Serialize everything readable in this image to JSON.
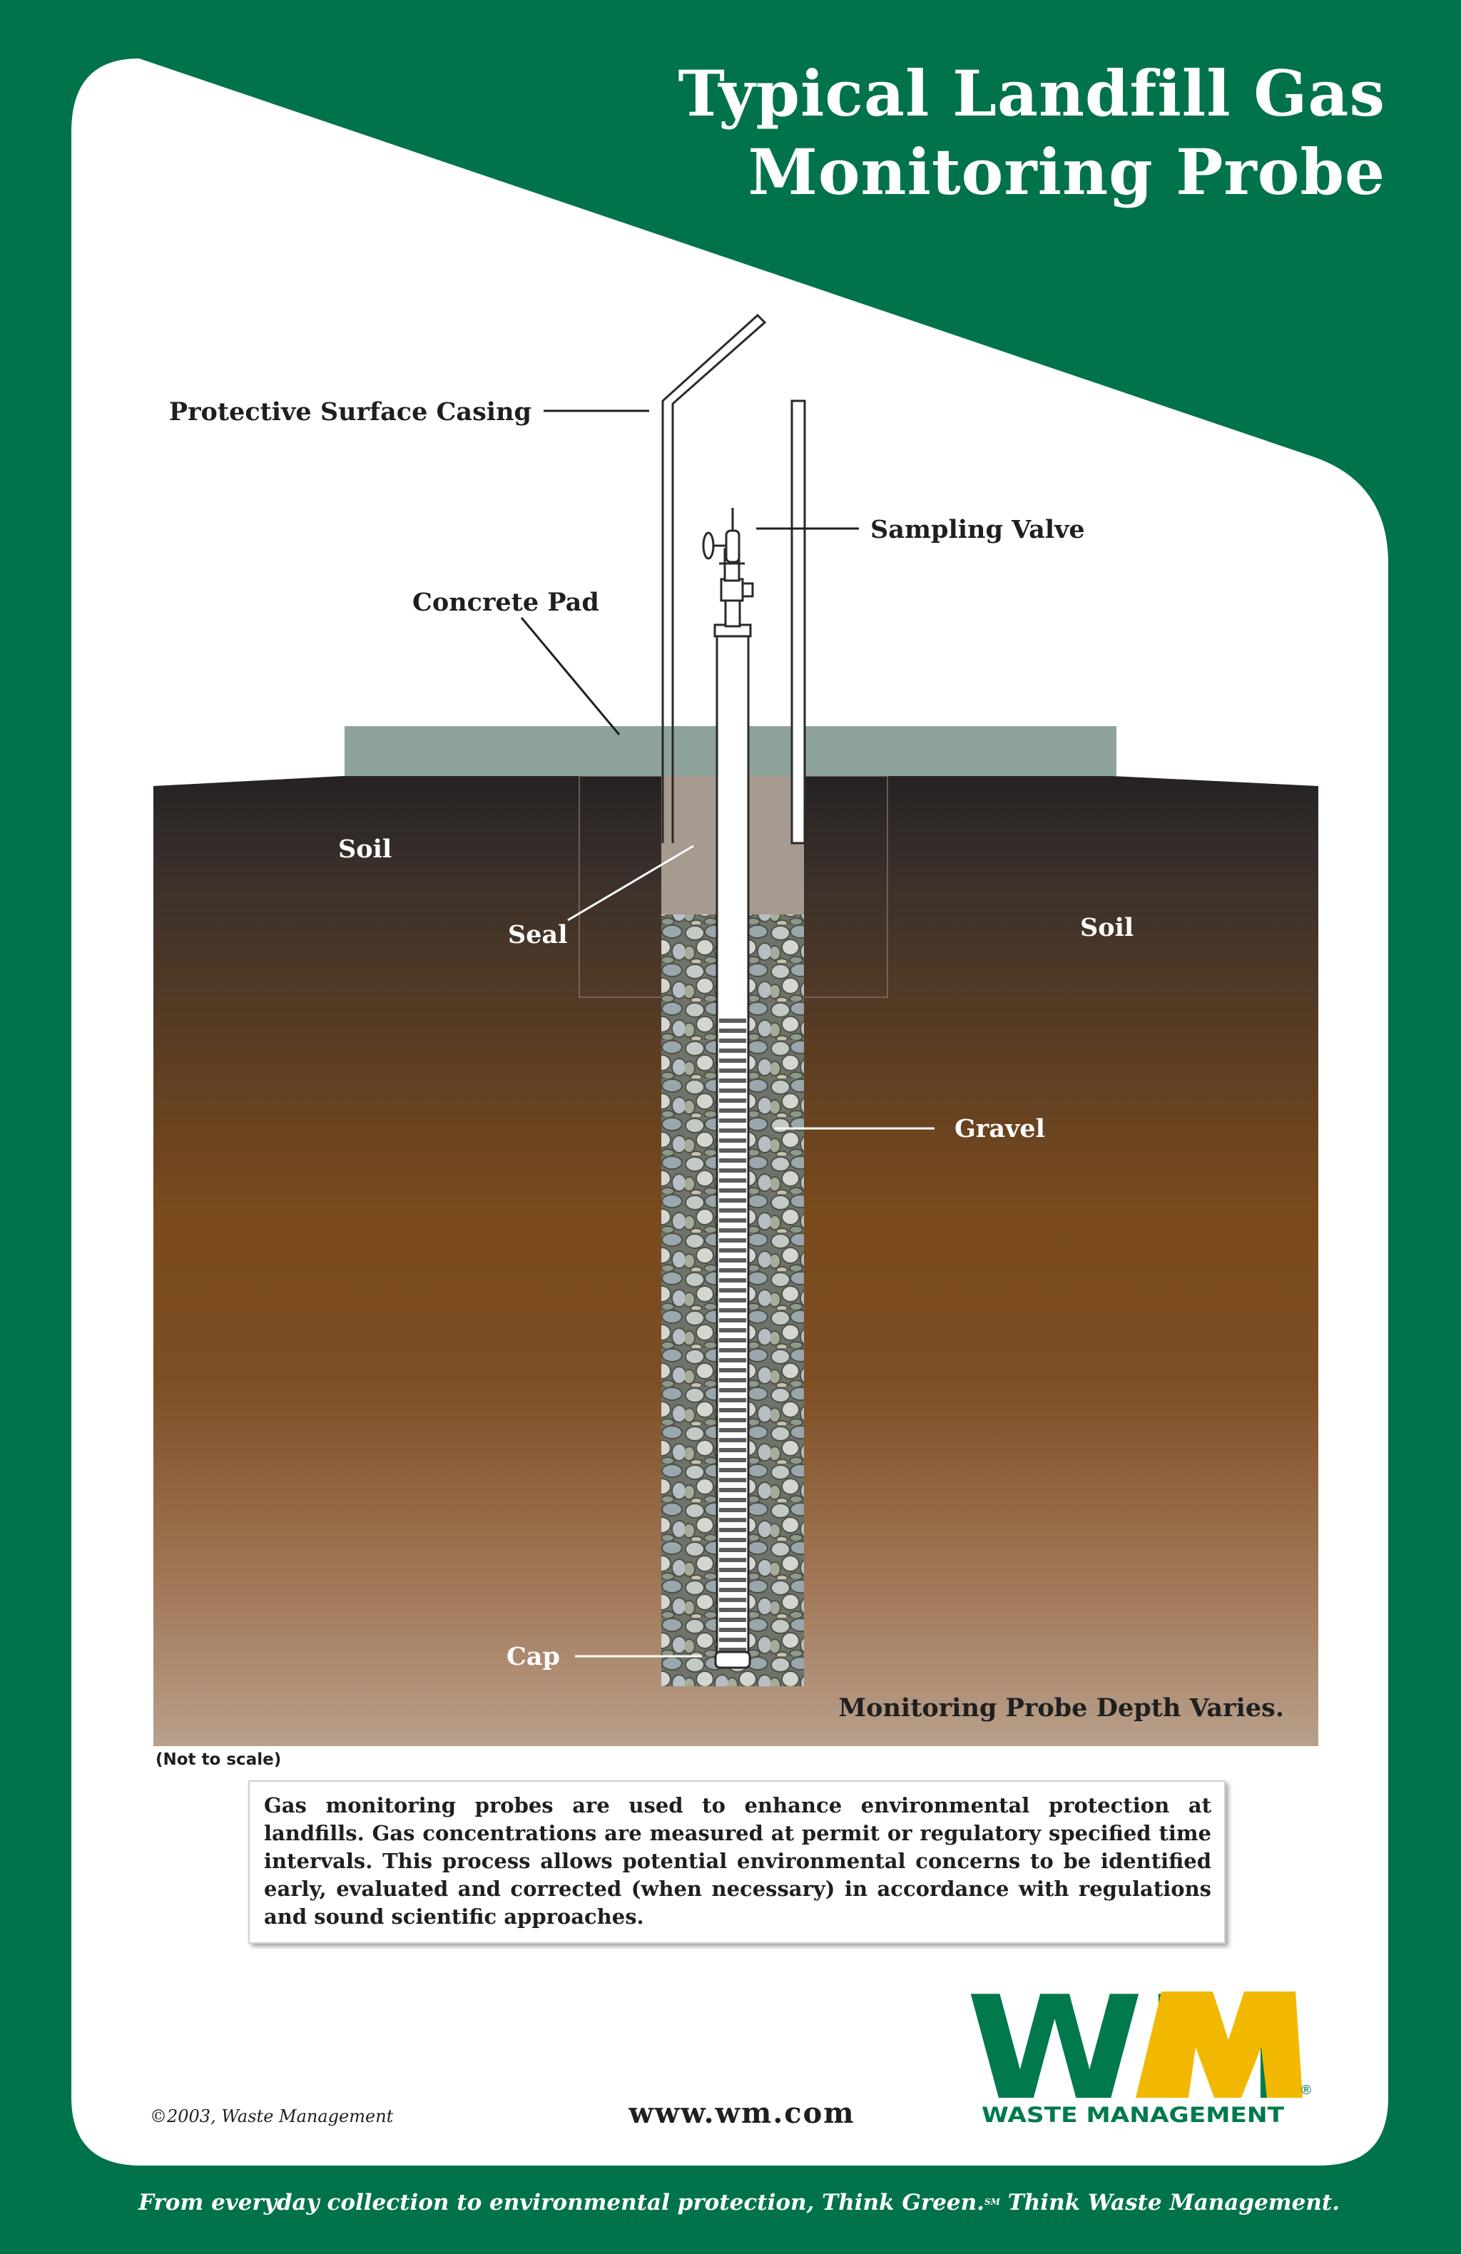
{
  "title": {
    "line1": "Typical Landfill Gas",
    "line2": "Monitoring Probe"
  },
  "diagram": {
    "labels": {
      "protective_surface_casing": "Protective Surface Casing",
      "sampling_valve": "Sampling Valve",
      "concrete_pad": "Concrete Pad",
      "soil_left": "Soil",
      "soil_right": "Soil",
      "seal": "Seal",
      "gravel": "Gravel",
      "cap": "Cap",
      "depth_note": "Monitoring Probe Depth Varies."
    },
    "scale_note": "(Not to scale)"
  },
  "description": "Gas monitoring probes are used to enhance environmental protection at landfills. Gas concentrations are measured at permit or regulatory specified time intervals. This process allows potential environmental concerns to be identified early, evaluated and corrected (when necessary) in accordance with regulations and sound scientific approaches.",
  "footer": {
    "copyright": "©2003, Waste Management",
    "website": "www.wm.com",
    "logo_letters": "WM",
    "logo_text": "WASTE MANAGEMENT",
    "tagline_part1": "From everyday collection to environmental protection, Think Green.",
    "tagline_sup": "SM",
    "tagline_part2": " Think Waste Management."
  },
  "colors": {
    "frame_green": "#00734a",
    "logo_green": "#007a4d",
    "logo_yellow": "#f2b800",
    "concrete": "#8fa39d",
    "seal": "#a79a8f"
  }
}
